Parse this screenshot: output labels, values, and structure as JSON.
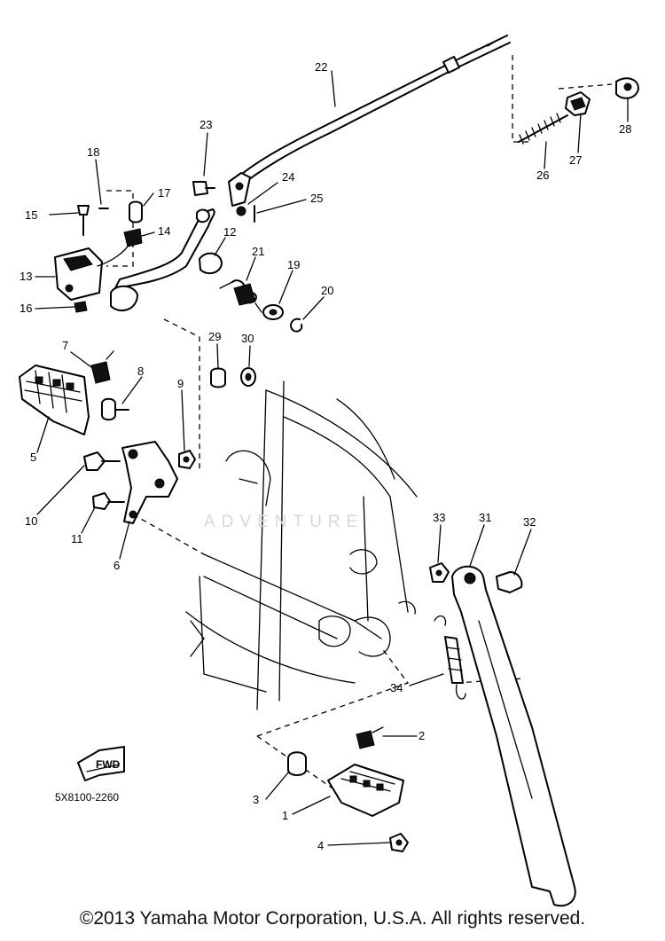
{
  "diagram": {
    "callouts": [
      "1",
      "2",
      "3",
      "4",
      "5",
      "6",
      "7",
      "8",
      "9",
      "10",
      "11",
      "12",
      "13",
      "14",
      "15",
      "16",
      "17",
      "18",
      "19",
      "20",
      "21",
      "22",
      "23",
      "24",
      "25",
      "26",
      "27",
      "28",
      "29",
      "30",
      "31",
      "32",
      "33",
      "34"
    ],
    "drawing_code": "5X8100-2260",
    "fwd_label": "FWD",
    "watermark": "ADVENTURE"
  },
  "footer": {
    "copyright": "©2013 Yamaha Motor Corporation, U.S.A. All rights reserved."
  }
}
